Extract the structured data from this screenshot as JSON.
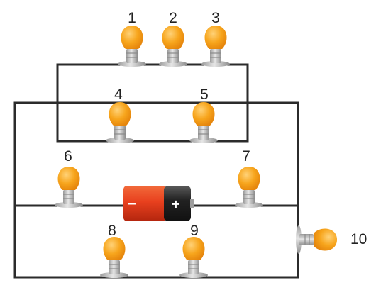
{
  "colors": {
    "wire": "#2b2b2b",
    "bulb_glass": "#f7a51c",
    "bulb_highlight": "#ffd278",
    "bulb_base": "#c7c7c7",
    "battery_body": "#e8401e",
    "battery_cap": "#222222",
    "background": "#ffffff"
  },
  "bulbs": [
    {
      "id": "1",
      "label": "1"
    },
    {
      "id": "2",
      "label": "2"
    },
    {
      "id": "3",
      "label": "3"
    },
    {
      "id": "4",
      "label": "4"
    },
    {
      "id": "5",
      "label": "5"
    },
    {
      "id": "6",
      "label": "6"
    },
    {
      "id": "7",
      "label": "7"
    },
    {
      "id": "8",
      "label": "8"
    },
    {
      "id": "9",
      "label": "9"
    },
    {
      "id": "10",
      "label": "10"
    }
  ],
  "battery": {
    "minus_sign": "−",
    "plus_sign": "+"
  }
}
